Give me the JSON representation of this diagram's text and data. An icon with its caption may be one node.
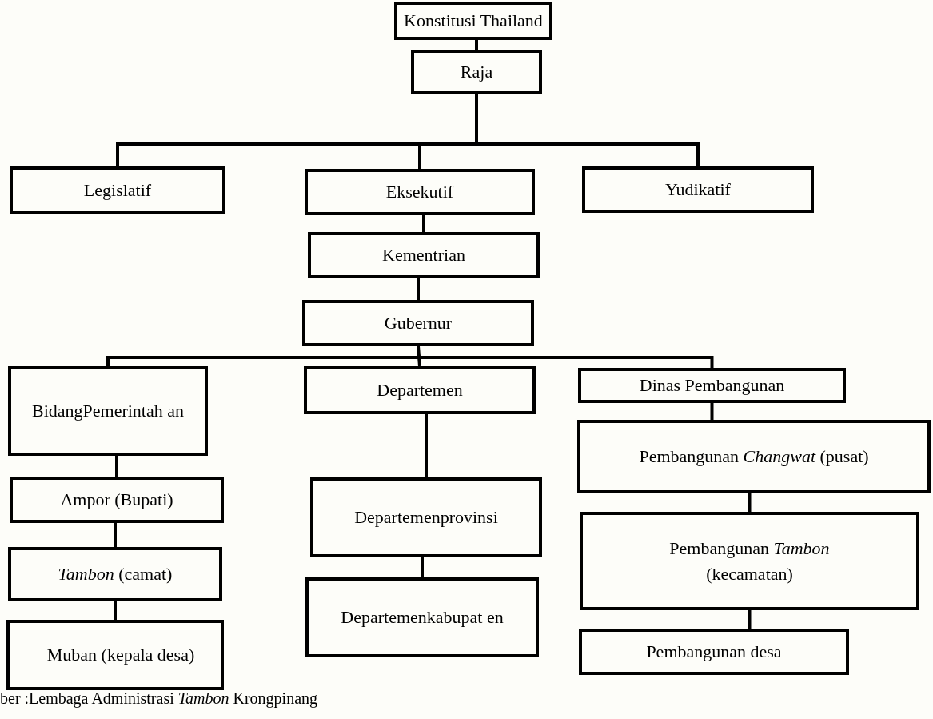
{
  "diagram": {
    "nodes": [
      {
        "text": [
          "Konstitusi Thailand"
        ]
      },
      {
        "text": [
          "Raja"
        ]
      },
      {
        "text": [
          "Legislatif"
        ]
      },
      {
        "text": [
          "Eksekutif"
        ]
      },
      {
        "text": [
          "Yudikatif"
        ]
      },
      {
        "text": [
          "Kementrian"
        ]
      },
      {
        "text": [
          "Gubernur"
        ]
      },
      {
        "text": [
          "BidangPemerintah an"
        ]
      },
      {
        "text": [
          "Departemen"
        ]
      },
      {
        "text": [
          "Dinas Pembangunan"
        ]
      },
      {
        "text": [
          "Ampor (Bupati)"
        ]
      },
      {
        "text": [
          "*Tambon* (camat)"
        ]
      },
      {
        "text": [
          "Muban (kepala desa)"
        ]
      },
      {
        "text": [
          "Departemenprovinsi"
        ]
      },
      {
        "text": [
          "Departemenkabupat en"
        ]
      },
      {
        "text": [
          "Pembangunan *Changwat* (pusat)"
        ]
      },
      {
        "text": [
          "Pembangunan *Tambon* (kecamatan)"
        ]
      },
      {
        "text": [
          "Pembangunan desa"
        ]
      }
    ],
    "edges": [
      {
        "from": 0,
        "to": 1,
        "arrow": "none"
      },
      {
        "from": 1,
        "to": 2,
        "arrow": "none"
      },
      {
        "from": 1,
        "to": 3,
        "arrow": "none"
      },
      {
        "from": 1,
        "to": 4,
        "arrow": "none"
      },
      {
        "from": 3,
        "to": 5,
        "arrow": "none"
      },
      {
        "from": 5,
        "to": 6,
        "arrow": "none"
      },
      {
        "from": 6,
        "to": 7,
        "arrow": "none"
      },
      {
        "from": 6,
        "to": 8,
        "arrow": "none"
      },
      {
        "from": 6,
        "to": 9,
        "arrow": "none"
      },
      {
        "from": 7,
        "to": 10,
        "arrow": "none"
      },
      {
        "from": 10,
        "to": 11,
        "arrow": "none"
      },
      {
        "from": 11,
        "to": 12,
        "arrow": "none"
      },
      {
        "from": 8,
        "to": 13,
        "arrow": "none"
      },
      {
        "from": 13,
        "to": 14,
        "arrow": "none"
      },
      {
        "from": 9,
        "to": 15,
        "arrow": "none"
      },
      {
        "from": 15,
        "to": 16,
        "arrow": "none"
      },
      {
        "from": 16,
        "to": 17,
        "arrow": "none"
      }
    ],
    "labels": [
      "ber :Lembaga Administrasi *Tambon* Krongpinang"
    ]
  }
}
